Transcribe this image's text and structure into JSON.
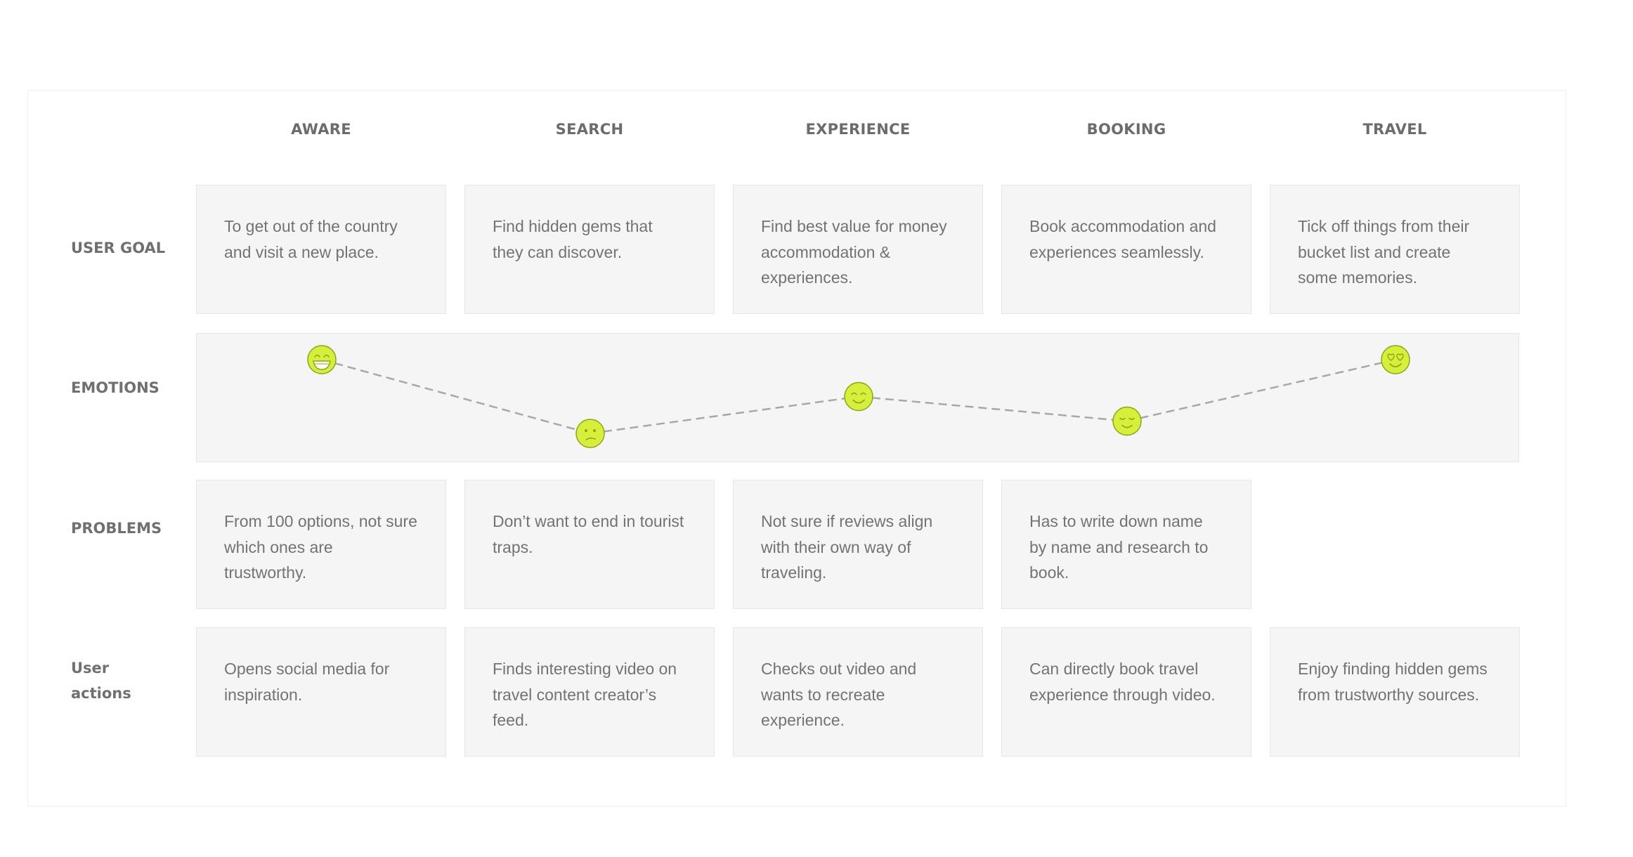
{
  "stages": [
    "AWARE",
    "SEARCH",
    "EXPERIENCE",
    "BOOKING",
    "TRAVEL"
  ],
  "rows": {
    "user_goal": {
      "label": "USER GOAL",
      "cells": [
        "To get out of the country and visit a new place.",
        "Find hidden gems that they can discover.",
        "Find best value for money accommodation & experiences.",
        "Book accommodation and experiences seamlessly.",
        "Tick off things from their bucket list and create some memories."
      ]
    },
    "emotions": {
      "label": "EMOTIONS",
      "faces": [
        {
          "stage": "AWARE",
          "icon": "grinning-face-icon",
          "level": 0.8
        },
        {
          "stage": "SEARCH",
          "icon": "confused-face-icon",
          "level": 0.2
        },
        {
          "stage": "EXPERIENCE",
          "icon": "smiling-face-icon",
          "level": 0.5
        },
        {
          "stage": "BOOKING",
          "icon": "content-face-icon",
          "level": 0.3
        },
        {
          "stage": "TRAVEL",
          "icon": "heart-eyes-face-icon",
          "level": 0.8
        }
      ],
      "face_color": "#d7ef3a",
      "face_stroke": "#8aa814",
      "line_color": "#a8a8a8"
    },
    "problems": {
      "label": "PROBLEMS",
      "cells": [
        "From 100 options, not sure which ones are trustworthy.",
        "Don’t want to end in tourist traps.",
        "Not sure if reviews align with their own way of traveling.",
        "Has to write down name by name and research to book."
      ]
    },
    "user_actions": {
      "label_line1": "User",
      "label_line2": "actions",
      "cells": [
        "Opens social media for inspiration.",
        "Finds interesting video on travel content creator’s feed.",
        "Checks out video and wants to recreate experience.",
        "Can directly book travel experience through video.",
        "Enjoy finding hidden gems from trustworthy sources."
      ]
    }
  }
}
